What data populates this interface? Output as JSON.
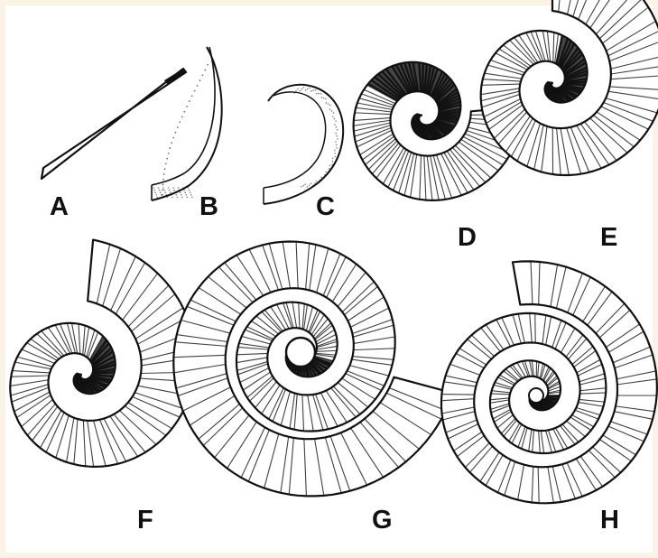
{
  "figure": {
    "background": "#fbf4e6",
    "panel_color": "#ffffff",
    "ink": "#111111"
  },
  "panels": [
    {
      "label": "A"
    },
    {
      "label": "B"
    },
    {
      "label": "C"
    },
    {
      "label": "D"
    },
    {
      "label": "E"
    },
    {
      "label": "F"
    },
    {
      "label": "G"
    },
    {
      "label": "H"
    }
  ]
}
